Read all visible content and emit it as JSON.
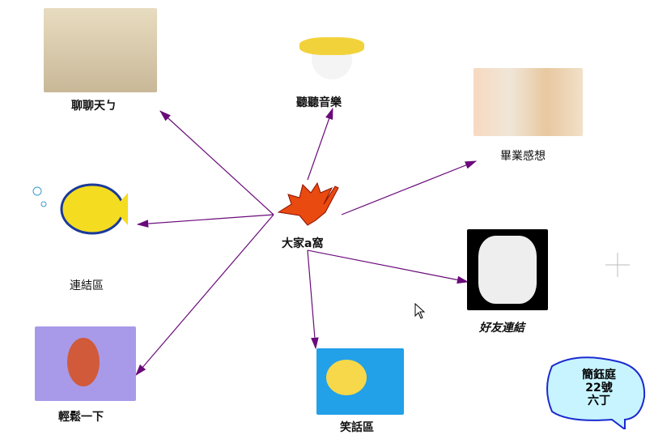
{
  "center": {
    "label": "大家a窩",
    "icon": "maple-leaf-icon"
  },
  "nodes": [
    {
      "id": "chat",
      "label": "聊聊天ㄅ",
      "icon": "snoopy-typing-image"
    },
    {
      "id": "music",
      "label": "聽聽音樂",
      "icon": "rabbit-image"
    },
    {
      "id": "graduation",
      "label": "畢業感想",
      "icon": "cartoon-friends-image"
    },
    {
      "id": "links",
      "label": "連結區",
      "icon": "fish-image"
    },
    {
      "id": "friends",
      "label": "好友連結",
      "icon": "panda-stack-image"
    },
    {
      "id": "relax",
      "label": "輕鬆一下",
      "icon": "octopus-image"
    },
    {
      "id": "jokes",
      "label": "笑話區",
      "icon": "pompompurin-image"
    }
  ],
  "note": {
    "line1": "簡鈺庭",
    "line2": "22號",
    "line3": "六丁"
  },
  "colors": {
    "arrow": "#6a0a7a",
    "bubble_fill": "#c8f4ff",
    "bubble_stroke": "#1a2ad0"
  }
}
